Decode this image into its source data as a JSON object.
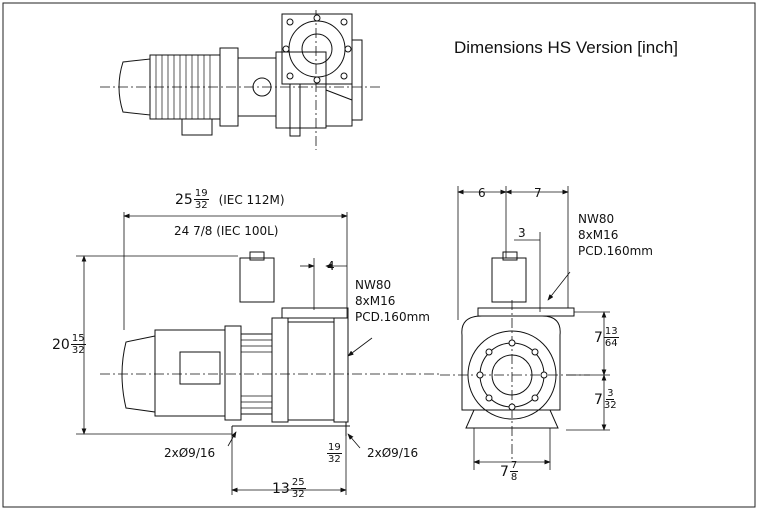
{
  "title": "Dimensions HS Version [inch]",
  "side_view": {
    "len_112": {
      "whole": "25",
      "num": "19",
      "den": "32",
      "note": "(IEC 112M)"
    },
    "len_100": "24 7/8 (IEC 100L)",
    "offset_top": "4",
    "flange": [
      "NW80",
      "8xM16",
      "PCD.160mm"
    ],
    "height": {
      "whole": "20",
      "num": "15",
      "den": "32"
    },
    "hole_left": "2xØ9/16",
    "hole_right": "2xØ9/16",
    "foot_offset": {
      "num": "19",
      "den": "32"
    },
    "foot_span": {
      "whole": "13",
      "num": "25",
      "den": "32"
    }
  },
  "front_view": {
    "width_left": "6",
    "width_right": "7",
    "offset": "3",
    "flange": [
      "NW80",
      "8xM16",
      "PCD.160mm"
    ],
    "upper_height": {
      "whole": "7",
      "num": "13",
      "den": "64"
    },
    "lower_height": {
      "whole": "7",
      "num": "3",
      "den": "32"
    },
    "base_width": {
      "whole": "7",
      "num": "7",
      "den": "8"
    }
  }
}
